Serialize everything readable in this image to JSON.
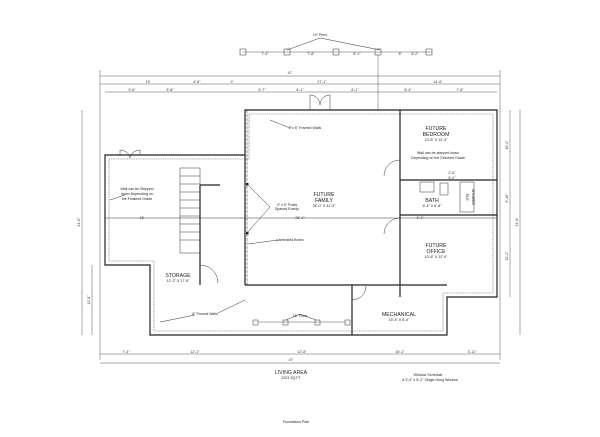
{
  "title": "Foundation Plan",
  "living_area": {
    "label": "LIVING AREA",
    "value": "2203 SQ FT"
  },
  "window_schedule": {
    "title": "Window Schedule",
    "entry": "A  3'-0\" x 5'-2\" Single Hung Window"
  },
  "rooms": {
    "bedroom": {
      "name1": "FUTURE",
      "name2": "BEDROOM",
      "size": "13'-8\" X 12'-4\""
    },
    "bath": {
      "name": "BATH",
      "size": "6'-4\" X 6'-8\""
    },
    "shower": {
      "name1": "TILE",
      "name2": "SHOWER"
    },
    "office": {
      "name1": "FUTURE",
      "name2": "OFFICE",
      "size": "13'-8\" X 12'-9\""
    },
    "family": {
      "name1": "FUTURE",
      "name2": "FAMILY",
      "size": "26'-0\" X 31'-3\""
    },
    "storage": {
      "name": "STORAGE",
      "size": "12'-2\" X 17'-8\""
    },
    "mechanical": {
      "name": "MECHANICAL",
      "size": "15'-4\" X 8'-5\""
    }
  },
  "notes": {
    "framed_walls": "2\"x 6\" Framed Walls",
    "posts1": "4\" x 6\" Posts",
    "posts2": "Spaced Evenly",
    "beam": "Laminated Beam",
    "poured_walls": "8\" Poured Walls",
    "piers_top": "16\" Piers",
    "piers_bottom": "16\" Piers",
    "step_left1": "Wall can be Stepped",
    "step_left2": "down Depending on",
    "step_left3": "the Finished Grade",
    "step_right1": "Wall can be stepped down",
    "step_right2": "Depending on the Finished Grade"
  },
  "dimensions": {
    "piers": [
      "7'-4\"",
      "7'-8\"",
      "8'-1\"",
      "8'",
      "8'-2\""
    ],
    "overall_top": "47'",
    "top_row": [
      "15'",
      "6'-8\"",
      "4'",
      "27'-1\"",
      "14'-6\""
    ],
    "top_row2": [
      "9'-6\"",
      "5'-8\"",
      "5'-7\"",
      "6'-1\"",
      "6'-1\"",
      "6'-4\"",
      "7'-8\""
    ],
    "bottom_row": [
      "7'-4\"",
      "12'-1\"",
      "12'-8\"",
      "16'-1\"",
      "3'-11\""
    ],
    "overall_bottom": "47'",
    "left": [
      "41'-6\"",
      "12'-8\""
    ],
    "right": [
      "10'-2\"",
      "9'-10\"",
      "12'-2\"",
      "41'-6\""
    ],
    "interior": [
      "15'",
      "28'-4\"",
      "2'-8\"",
      "5'-4\"",
      "4'-1\""
    ]
  }
}
